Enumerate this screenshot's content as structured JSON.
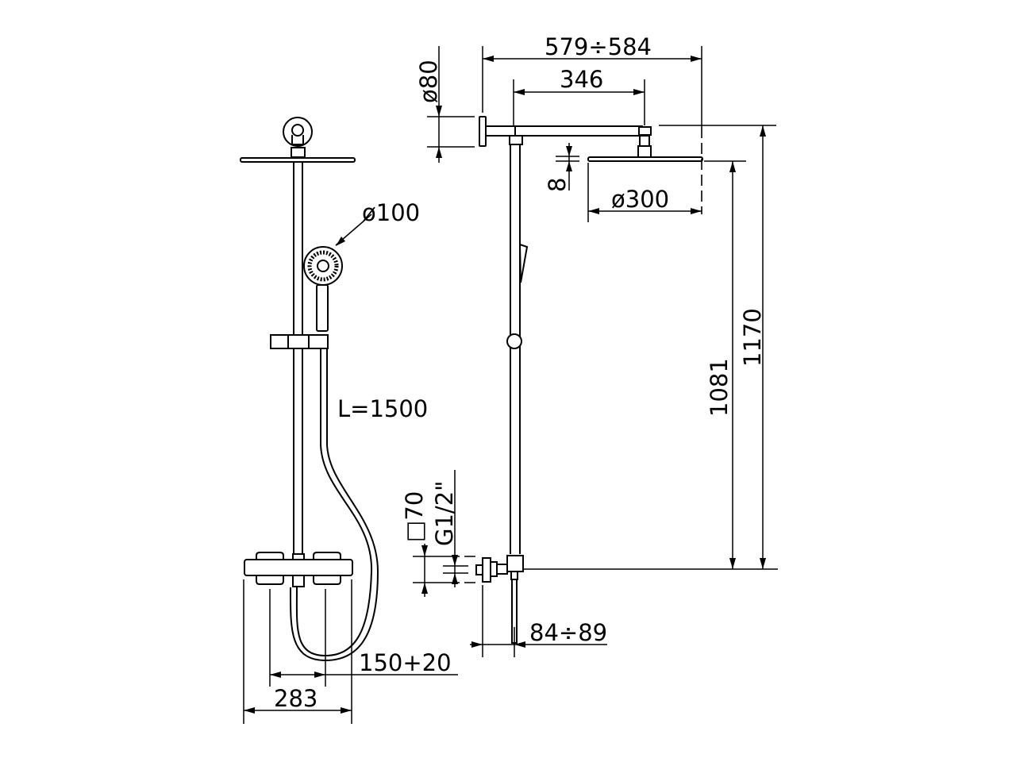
{
  "drawing": {
    "title": "Thermostatic shower column – technical dimension drawing",
    "units": "mm",
    "line_color": "#000000",
    "background": "#ffffff",
    "front_view": {
      "hand_shower_diameter": "ø100",
      "hose_length": "L=1500",
      "inlet_centres": "150+20",
      "mixer_width": "283"
    },
    "side_view": {
      "overall_projection": "579÷584",
      "arm_length": "346",
      "wall_flange_diameter": "ø80",
      "head_thickness": "8",
      "head_diameter": "ø300",
      "head_height": "1081",
      "total_height": "1170",
      "escutcheon_size": "□70",
      "thread": "G1/2\"",
      "wall_offset": "84÷89"
    }
  }
}
